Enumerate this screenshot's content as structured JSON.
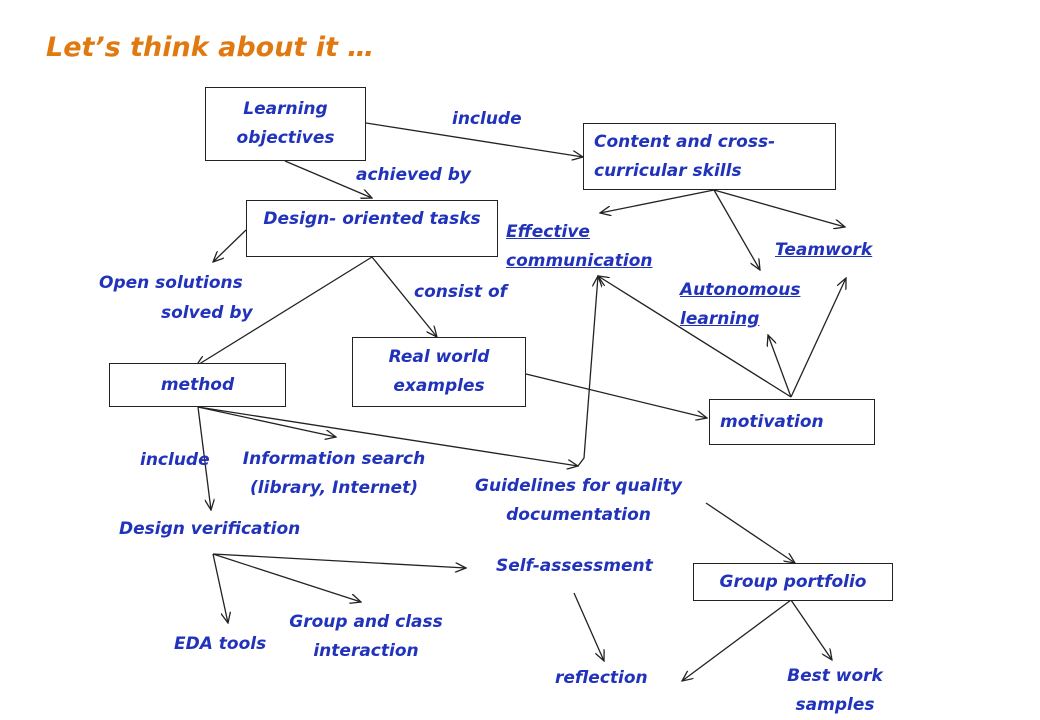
{
  "title": "Let’s think about it …",
  "colors": {
    "title": "#e07a10",
    "text": "#2233bb",
    "lines": "#222222"
  },
  "nodes": {
    "learning_objectives": "Learning objectives",
    "content_skills": "Content and cross-curricular skills",
    "design_tasks": "Design- oriented tasks",
    "effective_communication": "Effective communication",
    "teamwork": "Teamwork",
    "autonomous_learning": "Autonomous learning",
    "open_solutions": "Open solutions",
    "real_world": "Real world examples",
    "method": "method",
    "motivation": "motivation",
    "information_search": "Information search (library, Internet)",
    "guidelines": "Guidelines for quality documentation",
    "design_verification": "Design verification",
    "self_assessment": "Self-assessment",
    "group_portfolio": "Group portfolio",
    "eda_tools": "EDA tools",
    "group_class_interaction": "Group and class interaction",
    "reflection": "reflection",
    "best_work": "Best work samples"
  },
  "edge_labels": {
    "include_top": "include",
    "achieved_by": "achieved by",
    "consist_of": "consist of",
    "solved_by": "solved by",
    "include_method": "include"
  }
}
